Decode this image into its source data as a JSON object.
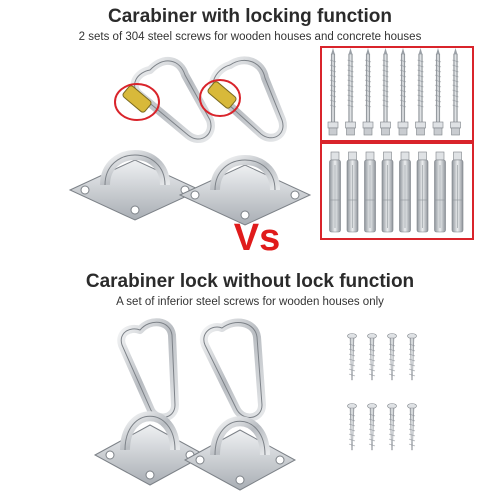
{
  "top": {
    "title": "Carabiner with locking function",
    "subtitle": "2 sets of 304 steel screws for wooden houses and concrete houses"
  },
  "middle": {
    "vs_label": "Vs",
    "vs_color": "#e01b1b"
  },
  "bottom": {
    "title": "Carabiner lock without lock function",
    "subtitle": "A set of inferior steel screws for wooden houses only"
  },
  "colors": {
    "highlight_border": "#d9242b",
    "steel": "#c9ccd0",
    "steel_dark": "#7d8288"
  },
  "icons": {
    "locking_carabiner": "carabiner-lock-icon",
    "plain_carabiner": "carabiner-icon",
    "pad_eye": "pad-eye-plate-icon",
    "long_screw": "long-screw-icon",
    "anchor_bolt": "anchor-bolt-icon",
    "wood_screw": "wood-screw-icon"
  }
}
